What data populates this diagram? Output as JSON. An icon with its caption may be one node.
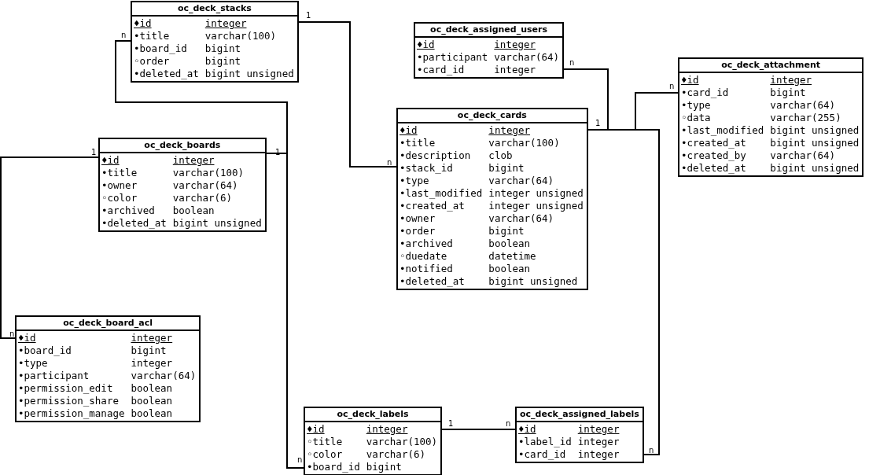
{
  "diagram": {
    "nodes": [
      {
        "text": [
          "oc_deck_stacks",
          "♦id",
          "integer",
          "•title",
          "varchar(100)",
          "•board_id",
          "bigint",
          "◦order",
          "bigint",
          "•deleted_at",
          "bigint unsigned"
        ]
      },
      {
        "text": [
          "oc_deck_assigned_users",
          "♦id",
          "integer",
          "•participant",
          "varchar(64)",
          "•card_id",
          "integer"
        ]
      },
      {
        "text": [
          "oc_deck_attachment",
          "♦id",
          "integer",
          "•card_id",
          "bigint",
          "•type",
          "varchar(64)",
          "◦data",
          "varchar(255)",
          "•last_modified",
          "bigint unsigned",
          "•created_at",
          "bigint unsigned",
          "•created_by",
          "varchar(64)",
          "•deleted_at",
          "bigint unsigned"
        ]
      },
      {
        "text": [
          "oc_deck_cards",
          "♦id",
          "integer",
          "•title",
          "varchar(100)",
          "•description",
          "clob",
          "•stack_id",
          "bigint",
          "•type",
          "varchar(64)",
          "•last_modified",
          "integer unsigned",
          "•created_at",
          "integer unsigned",
          "•owner",
          "varchar(64)",
          "•order",
          "bigint",
          "•archived",
          "boolean",
          "◦duedate",
          "datetime",
          "•notified",
          "boolean",
          "•deleted_at",
          "bigint unsigned"
        ]
      },
      {
        "text": [
          "oc_deck_boards",
          "♦id",
          "integer",
          "•title",
          "varchar(100)",
          "•owner",
          "varchar(64)",
          "◦color",
          "varchar(6)",
          "•archived",
          "boolean",
          "•deleted_at",
          "bigint unsigned"
        ]
      },
      {
        "text": [
          "oc_deck_board_acl",
          "♦id",
          "integer",
          "•board_id",
          "bigint",
          "•type",
          "integer",
          "•participant",
          "varchar(64)",
          "•permission_edit",
          "boolean",
          "•permission_share",
          "boolean",
          "•permission_manage",
          "boolean"
        ]
      },
      {
        "text": [
          "oc_deck_labels",
          "♦id",
          "integer",
          "◦title",
          "varchar(100)",
          "◦color",
          "varchar(6)",
          "•board_id",
          "bigint"
        ]
      },
      {
        "text": [
          "oc_deck_assigned_labels",
          "♦id",
          "integer",
          "•label_id",
          "integer",
          "•card_id",
          "integer"
        ]
      }
    ],
    "edges": [
      {
        "from": 0,
        "to": 3,
        "arrow": "none"
      },
      {
        "from": 4,
        "to": 0,
        "arrow": "none"
      },
      {
        "from": 4,
        "to": 6,
        "arrow": "none"
      },
      {
        "from": 4,
        "to": 5,
        "arrow": "none"
      },
      {
        "from": 3,
        "to": 1,
        "arrow": "none"
      },
      {
        "from": 3,
        "to": 2,
        "arrow": "none"
      },
      {
        "from": 3,
        "to": 7,
        "arrow": "none"
      },
      {
        "from": 6,
        "to": 7,
        "arrow": "none"
      }
    ],
    "labels": [
      "1",
      "n",
      "n",
      "n",
      "1",
      "1",
      "1",
      "n",
      "n",
      "1",
      "n",
      "n",
      "n"
    ]
  }
}
